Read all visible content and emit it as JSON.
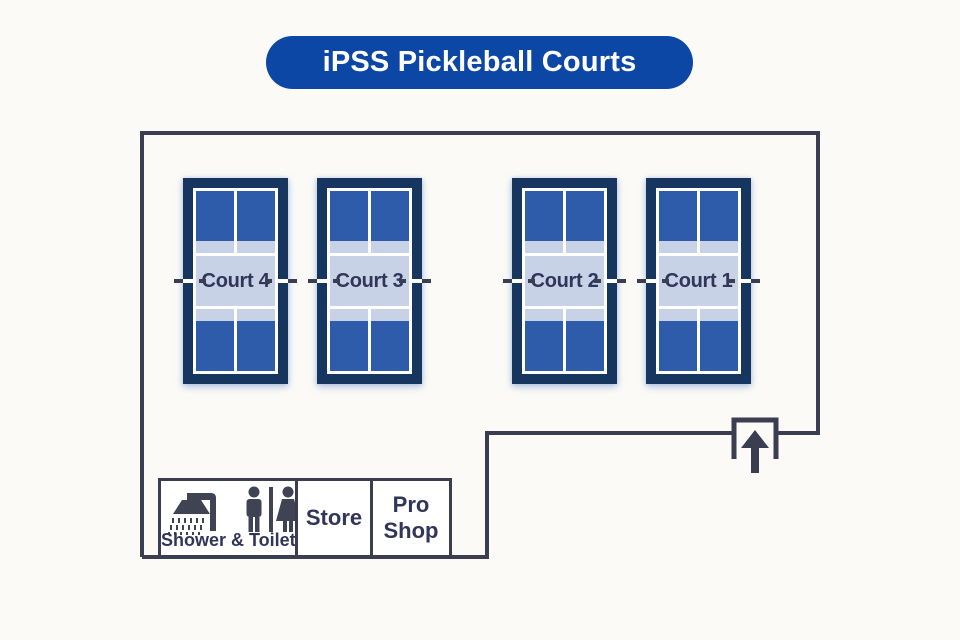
{
  "title": {
    "text": "iPSS Pickleball Courts"
  },
  "colors": {
    "title_bg": "#0d47a6",
    "title_text": "#ffffff",
    "court_frame": "#16365f",
    "court_surface": "#2e5caa",
    "court_kitchen": "#c7d2e6",
    "court_line": "#ffffff",
    "wall": "#3a3e50",
    "label_text": "#30355a",
    "background": "#fbfaf7"
  },
  "facility": {
    "courts": [
      {
        "label": "Court 4"
      },
      {
        "label": "Court 3"
      },
      {
        "label": "Court 2"
      },
      {
        "label": "Court 1"
      }
    ],
    "amenities": {
      "shower_toilet": {
        "label": "Shower & Toilet",
        "icons": [
          "shower-icon",
          "male-icon",
          "female-icon"
        ]
      },
      "store": {
        "label": "Store"
      },
      "pro_shop": {
        "label": "Pro Shop"
      }
    },
    "entrance": {
      "icon": "up-arrow-icon"
    }
  }
}
